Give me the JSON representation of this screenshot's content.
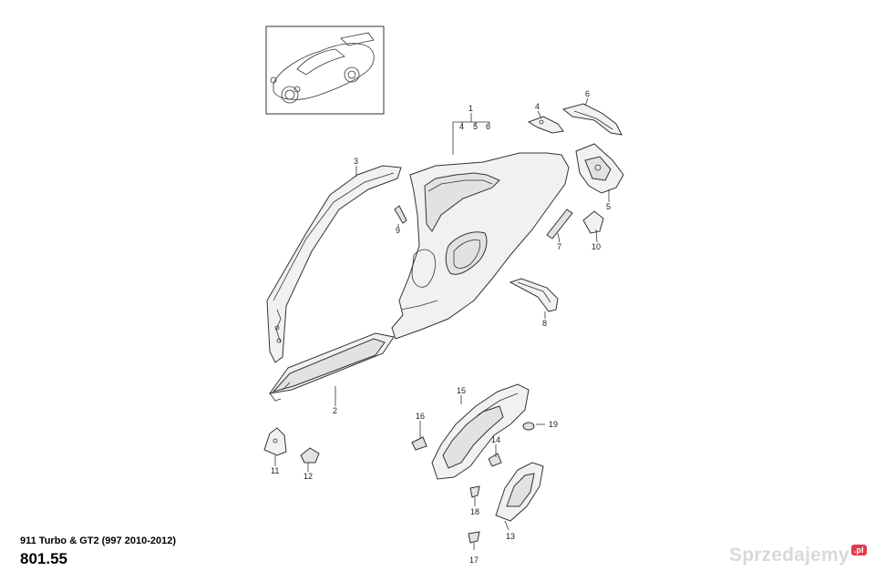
{
  "footer": {
    "model": "911 Turbo & GT2 (997 2010-2012)",
    "code": "801.55"
  },
  "watermark": {
    "text": "Sprzedajemy",
    "tld": ".pl"
  },
  "callouts": {
    "p1": "1",
    "p2": "2",
    "p3": "3",
    "p4": "4",
    "p5": "5",
    "p6": "6",
    "p7": "7",
    "p8": "8",
    "p9": "9",
    "p10": "10",
    "p11": "11",
    "p12": "12",
    "p13": "13",
    "p14": "14",
    "p15": "15",
    "p16": "16",
    "p17": "17",
    "p18": "18",
    "p19": "19",
    "g4": "4",
    "g5": "5",
    "g6": "6"
  }
}
